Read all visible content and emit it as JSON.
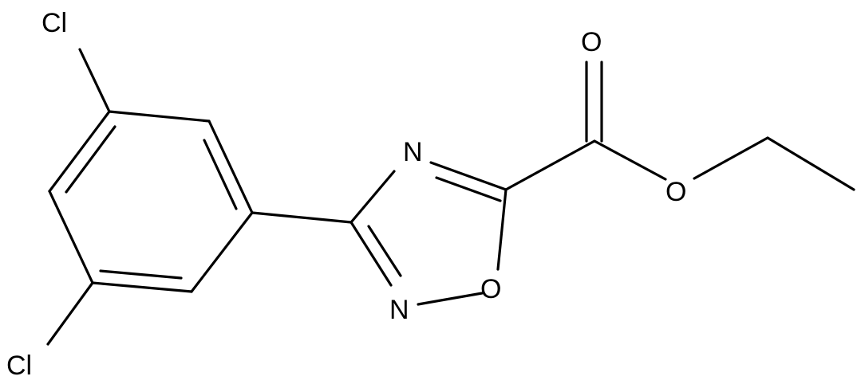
{
  "molecule": {
    "atoms": {
      "cl_top": "Cl",
      "cl_bottom": "Cl",
      "n_upper": "N",
      "n_lower": "N",
      "o_ring": "O",
      "o_carbonyl": "O",
      "o_ester": "O"
    },
    "colors": {
      "bond": "#000000",
      "label": "#000000",
      "background": "#ffffff"
    }
  }
}
